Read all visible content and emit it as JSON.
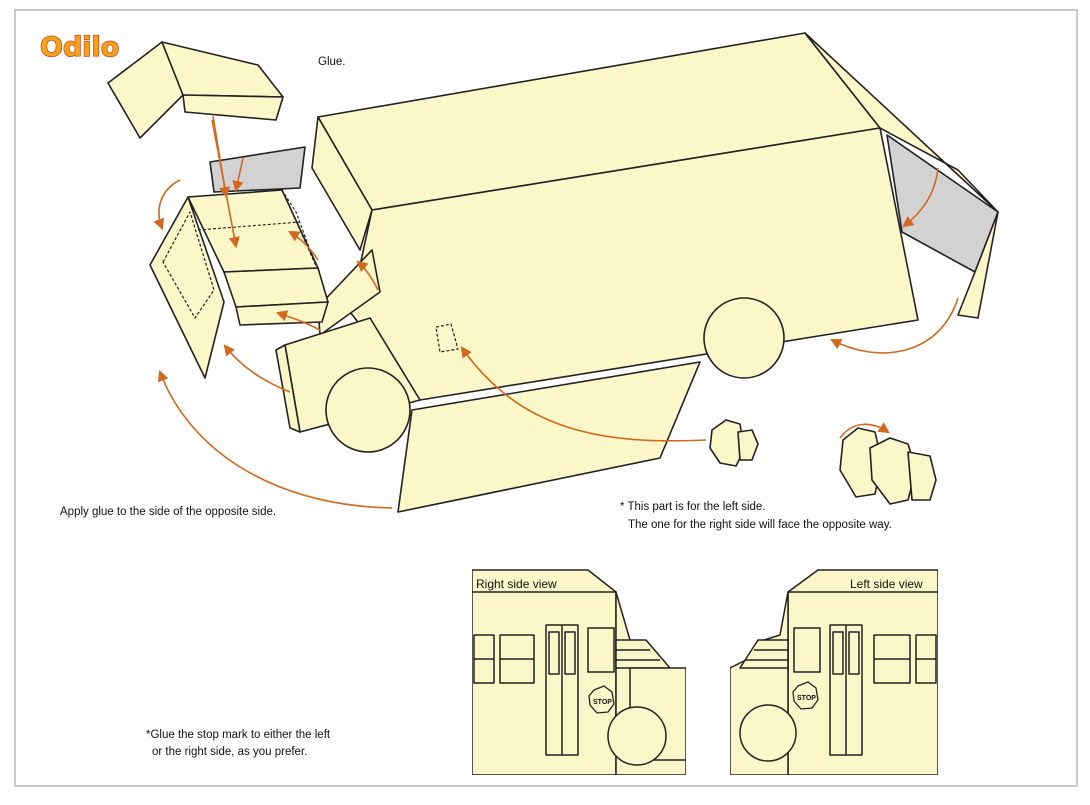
{
  "logo": {
    "text": "Odilo"
  },
  "labels": {
    "glue": "Glue.",
    "apply_glue": "Apply glue to the side of the opposite side.",
    "left_part_note_1": "* This part is for the left side.",
    "left_part_note_2": "The one for the right side will face the opposite way.",
    "right_side_view": "Right side view",
    "left_side_view": "Left side view",
    "stop_note_1": "*Glue the stop mark to either the left",
    "stop_note_2": "or the right side, as you prefer.",
    "stop_sign": "STOP"
  },
  "colors": {
    "paper": "#fbf7c9",
    "shade": "#d2d2d2",
    "line": "#222222",
    "arrow": "#d2691e",
    "frame": "#b8b8b8"
  },
  "icons": [
    "stop-sign-icon"
  ]
}
